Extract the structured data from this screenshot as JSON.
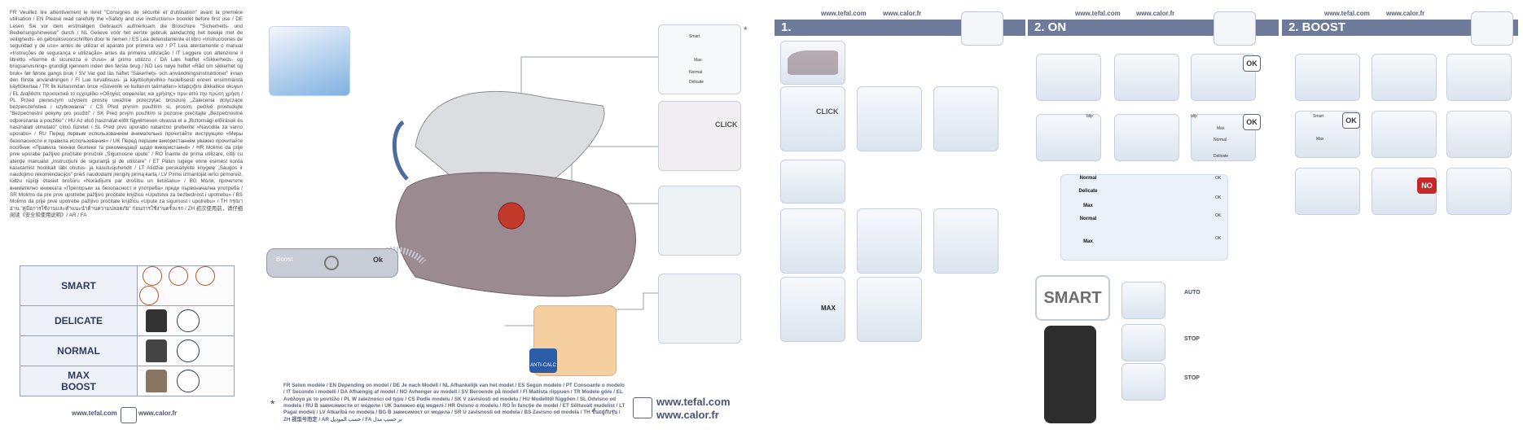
{
  "page": {
    "safety_text": "FR Veuillez lire attentivement le livret \"Consignes de sécurité et d'utilisation\" avant la première utilisation / EN Please read carefully the «Safety and use instructions» booklet before first use / DE Lesen Sie vor dem erstmaligen Gebrauch aufmerksam die Broschüre \"Sicherheits- und Bedienungshinweise\" durch / NL Gelieve vóór het eerste gebruik aandachtig het boekje met de veiligheids- en gebruiksvoorschriften door te nemen / ES Lea detenidamente el libro «Instrucciones de seguridad y de uso» antes de utilizar el aparato por primera vez / PT Leia atentamente o manual «Instruções de segurança e utilização» antes da primeira utilização / IT Leggere con attenzione il libretto «Norme di sicurezza e d'uso» al primo utilizzo / DA Læs hæftet «Sikkerheds- og brugsanvisning» grundigt igennem inden den første brug / NO Les nøye heftet «Råd om sikkerhet og bruk» før første gangs bruk / SV Var god läs häftet \"Säkerhets- och användningsinstruktioner\" innan den första användningen / FI Lue turvallisuus- ja käyttöohjevihko huolellisesti ennen ensimmäistä käyttökertaa / TR İlk kullanımdan önce «Güvenlik ve kullanım talimatları» kitapçığını dikkatlice okuyun / EL Διαβάστε προσεκτικά το εγχειρίδιο «Οδηγίες ασφαλείας και χρήσης» πριν από την πρώτη χρήση / PL Przed pierwszym użyciem proszę uważnie przeczytać broszurę „Zalecenia dotyczące bezpieczeństwa i użytkowania\" / CS Před prvním použitím si, prosím, pečlivě prostudujte \"Bezpečnostní pokyny pro použití\" / SK Pred prvým použitím si pozorne prečítajte „Bezpečnostné odporúčania a použitie\" / HU Az első használat előtt figyelmesen olvassa el a „Biztonsági előírások és használati útmutató\" címû füzetet / SL Pred prvo uporabo natančno preberite «Navodila za varno uporabo» / RU Перед первым использованием внимательно прочитайте инструкцию «Меры безопасности и правила использования» / UK Перед першим використанням уважно прочитайте посібник «Правила техніки безпеки та рекомендації щодо використання» / HR Molimo da prije prve uporabe pažljivo pročitate priručnik „Sigurnosne upute\" / RO Înainte de prima utilizare, citiţi cu atenţie manualul „Instrucţiuni de siguranţă şi de utilizare\" / ET Palun lugege enne esimest korda kasutamist hoolikalt läbi ohutus- ja kasutusjuhendit / LT Atidžiai perskaitykite knygelę „Saugos ir naudojimo rekomendacijos\" prieš naudodami įrenginį pirmą kartą / LV Pirms izmantojat ierīci pirmoreiz, lūdzu rūpīgi izlasiet brošūru «Norādījumi par drošību un lietošanu» / BG Моля, прочетете внимателно книжката «Препоръки за безопасност и употреба» преди първоначална употреба / SR Molimo da pre prve upotrebe pažljivo pročitate knjižicu «Uputstva za bezbednost i upotrebu» / BS Molimo da prije prve upotrebe pažljivo pročitate knjižicu «Upute za sigurnost i upotrebu» / TH กรุณาอ่าน \"คู่มือการใช้งานและคำแนะนำด้านความปลอดภัย\" ก่อนการใช้งานครั้งแรก / ZH 初次使用前，请仔细阅读《安全和使用说明》/ AR / FA",
    "modes": [
      {
        "label": "SMART"
      },
      {
        "label": "DELICATE"
      },
      {
        "label": "NORMAL"
      },
      {
        "label": "MAX\nBOOST"
      }
    ],
    "bottom_left_links": {
      "left": "www.tefal.com",
      "right": "www.calor.fr"
    },
    "asterisk": "*",
    "models_text": "FR Selon modèle / EN Depending on model / DE Je nach Modell / NL Afhankelijk van het model / ES Según modelo / PT Consoante o modelo / IT Secondo i modelli / DA Afhængig af model / NO Avhenger av modell / SV Beroende på modell / FI Mallista riippuen / TR Modele göre / EL Ανάλογα με το μοντέλο / PL W zależności od typu / CS Podle modelu / SK V závislosti od modelu / HU Modelltől függően / SL Odvisno od modela / RU В зависимости от модели / UK Залежно від моделі / HR Ovisno o modelu / RO În funcţie de model / ET Sõltuvalt mudelist / LT Pagal modelį / LV Atkarībā no modeļa / BG В зависимост от модела / SR U zavisnosti od modela / BS Zavisno od modela / TH ขึ้นอยู่กับรุ่น / ZH 视型号而定 / AR حسب الموديل / FA بر حسب مدل",
    "brand_links": {
      "tefal": "www.tefal.com",
      "calor": "www.calor.fr"
    },
    "anti_calc": "ANTI-CALC",
    "control_panel": {
      "boost": "Boost",
      "ok": "Ok"
    },
    "click_label": "CLICK",
    "panel_dial": [
      "Smart",
      "Max",
      "Normal",
      "Delicate"
    ],
    "max_label": "MAX",
    "sections": [
      {
        "title": "1.",
        "links": [
          "www.tefal.com",
          "www.calor.fr"
        ]
      },
      {
        "title": "2. ON",
        "links": [
          "www.tefal.com",
          "www.calor.fr"
        ]
      },
      {
        "title": "2. BOOST",
        "links": [
          "www.tefal.com",
          "www.calor.fr"
        ]
      }
    ],
    "click2": "CLICK",
    "on_section": {
      "ok1": "OK",
      "ok2": "OK",
      "blip": "blip",
      "blip2": "blip",
      "dial_max": "Max",
      "dial_normal": "Normal",
      "dial_delicate": "Delicate",
      "grid_labels": [
        "Normal",
        "Delicate",
        "Max",
        "Normal",
        "Max"
      ],
      "grid_ok": [
        "OK",
        "OK",
        "OK",
        "OK"
      ]
    },
    "smart_section": {
      "title": "SMART",
      "auto": "AUTO",
      "stop1": "STOP",
      "stop2": "STOP"
    },
    "boost_section": {
      "ok": "OK",
      "smart": "Smart",
      "max": "Max",
      "no": "NO"
    }
  }
}
